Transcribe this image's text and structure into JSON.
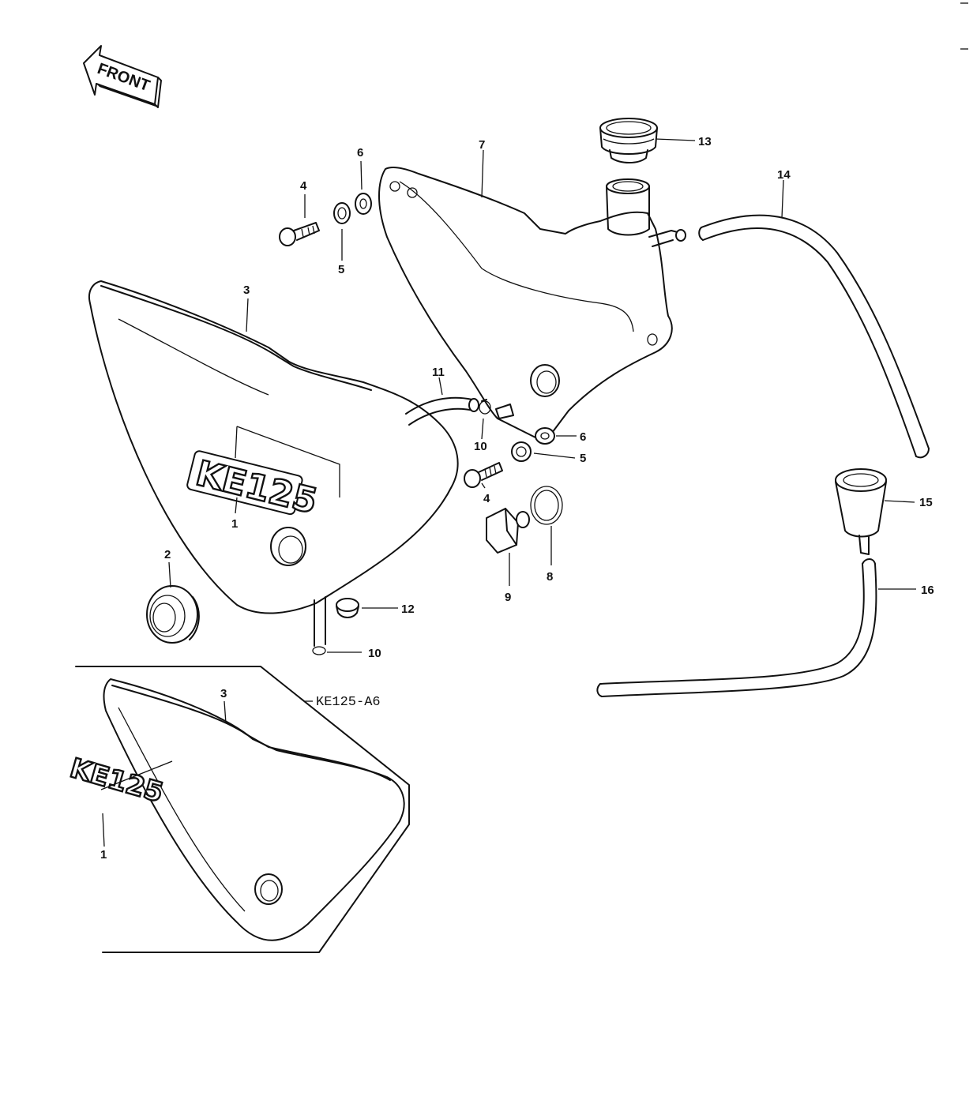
{
  "front_label": "FRONT",
  "emblem_text": "KE125",
  "variant_label": "KE125-A6",
  "callouts": {
    "c1a": "1",
    "c1b": "1",
    "c2": "2",
    "c3a": "3",
    "c3b": "3",
    "c4a": "4",
    "c4b": "4",
    "c5a": "5",
    "c5b": "5",
    "c6a": "6",
    "c6b": "6",
    "c7": "7",
    "c8": "8",
    "c9": "9",
    "c10a": "10",
    "c10b": "10",
    "c11": "11",
    "c12": "12",
    "c13": "13",
    "c14": "14",
    "c15": "15",
    "c16": "16"
  }
}
